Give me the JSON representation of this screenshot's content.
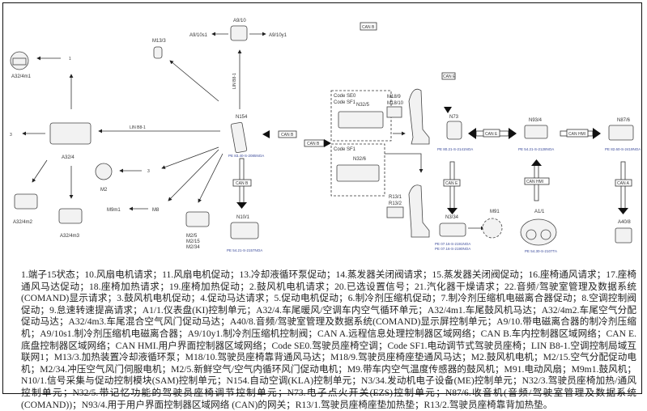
{
  "diagram": {
    "components": {
      "A32_4m1": "A32/4m1",
      "A9_10": "A9/10",
      "A9_10s1": "A9/10s1",
      "A9_10y1": "A9/10y1",
      "M13_3": "M13/3",
      "A32_4": "A32/4",
      "A32_4m2": "A32/4m2",
      "A32_4m3": "A32/4m3",
      "M2": "M2",
      "M8": "M8",
      "M9m1": "M9m1",
      "M2_group": [
        "M2/5",
        "M2/15",
        "M2/34"
      ],
      "N154": "N154",
      "N10_1": "N10/1",
      "N32_5": "N32/5",
      "N32_6": "N32/6",
      "M18": [
        "M18/9",
        "M18/10"
      ],
      "R13": [
        "R13/1",
        "R13/2"
      ],
      "N73": "N73",
      "N93_4": "N93/4",
      "N87_6": "N87/6",
      "N3_34": "N3/34",
      "M91": "M91",
      "A1_1": "A1/1",
      "A40_8": "A40/8"
    },
    "codes": {
      "se0": "Code SE0",
      "sf1": "Code SF1"
    },
    "buses": {
      "can_b": "CAN B",
      "can_e": "CAN E",
      "can_hmi": "CAN HMI",
      "can_a": "CAN A",
      "lin": "LIN B8-1"
    },
    "signals": {
      "terminal": "1",
      "m2_signal": "3",
      "m8_signal": "M8",
      "a32_out": "3"
    },
    "refs": {
      "n154": "PE 83.40-S-2085NOA",
      "n10": "PE 54.21-S-2157NOA",
      "n73": "PE 80.21-S-2141NOA",
      "n93": "PE 54.21-S-2128NOA",
      "n87": "PE 82.60-S-2419NOA",
      "n3_a": "PE 07.16-S-2191NOA",
      "n3_b": "PE 07.16-S-2190NOA",
      "a1": "PE 54.30-S-2107TA"
    }
  },
  "caption": "1.端子15状态；10.风扇电机请求；11.风扇电机促动；13.冷却液循环泵促动；14.蒸发器关闭阀请求；15.蒸发器关闭阀促动；16.座椅通风请求；17.座椅通风马达促动；18.座椅加热请求；19.座椅加热促动；2.鼓风机电机请求；20.已选设置信号；21.汽化器干燥请求；22.音频/驾驶室管理及数据系统(COMAND)显示请求；3.鼓风机电机促动；4.促动马达请求；5.促动电机促动；6.制冷剂压缩机促动；7.制冷剂压缩机电磁离合器促动；8.空调控制阀促动；9.怠速转速提高请求；A1/1.仪表盘(KI)控制单元；A32/4.车尾暖风/空调车内空气循环单元；A32/4m1.车尾鼓风机马达；A32/4m2.车尾空气分配促动马达；A32/4m3.车尾混合空气风门促动马达；A40/8.音频/驾驶室管理及数据系统(COMAND)显示屏控制单元；A9/10.带电磁离合器的制冷剂压缩机；A9/10s1.制冷剂压缩机电磁离合器；A9/10y1.制冷剂压缩机控制阀；CAN A.远程信息处理控制器区域网络；CAN B.车内控制器区域网络；CAN E.底盘控制器区域网络；CAN HMI.用户界面控制器区域网络；Code SE0.驾驶员座椅空调；Code SF1.电动调节式驾驶员座椅；LIN B8-1.空调控制局域互联网1；M13/3.加热装置冷却液循环泵；M18/10.驾驶员座椅靠背通风马达；M18/9.驾驶员座椅座垫通风马达；M2.鼓风机电机；M2/15.空气分配促动电机；M2/34.冲压空气风门伺服电机；M2/5.新鲜空气/空气内循环风门促动电机；M9.带车内空气温度传感器的鼓风机；M91.电动风扇；M9m1.鼓风机；N10/1.信号采集与促动控制模块(SAM)控制单元；N154.自动空调(KLA)控制单元；N3/34.发动机电子设备(ME)控制单元；N32/3.驾驶员座椅加热/通风控制单元；N32/5.带记忆功能的驾驶员座椅调节控制单元；N73.电子点火开关(EZS)控制单元；N87/6.收音机(音频/驾驶室管理及数据系统(COMAND))；N93/4.用于用户界面控制器区域网络 (CAN)的网关；R13/1.驾驶员座椅座垫加热垫；R13/2.驾驶员座椅靠背加热垫。"
}
